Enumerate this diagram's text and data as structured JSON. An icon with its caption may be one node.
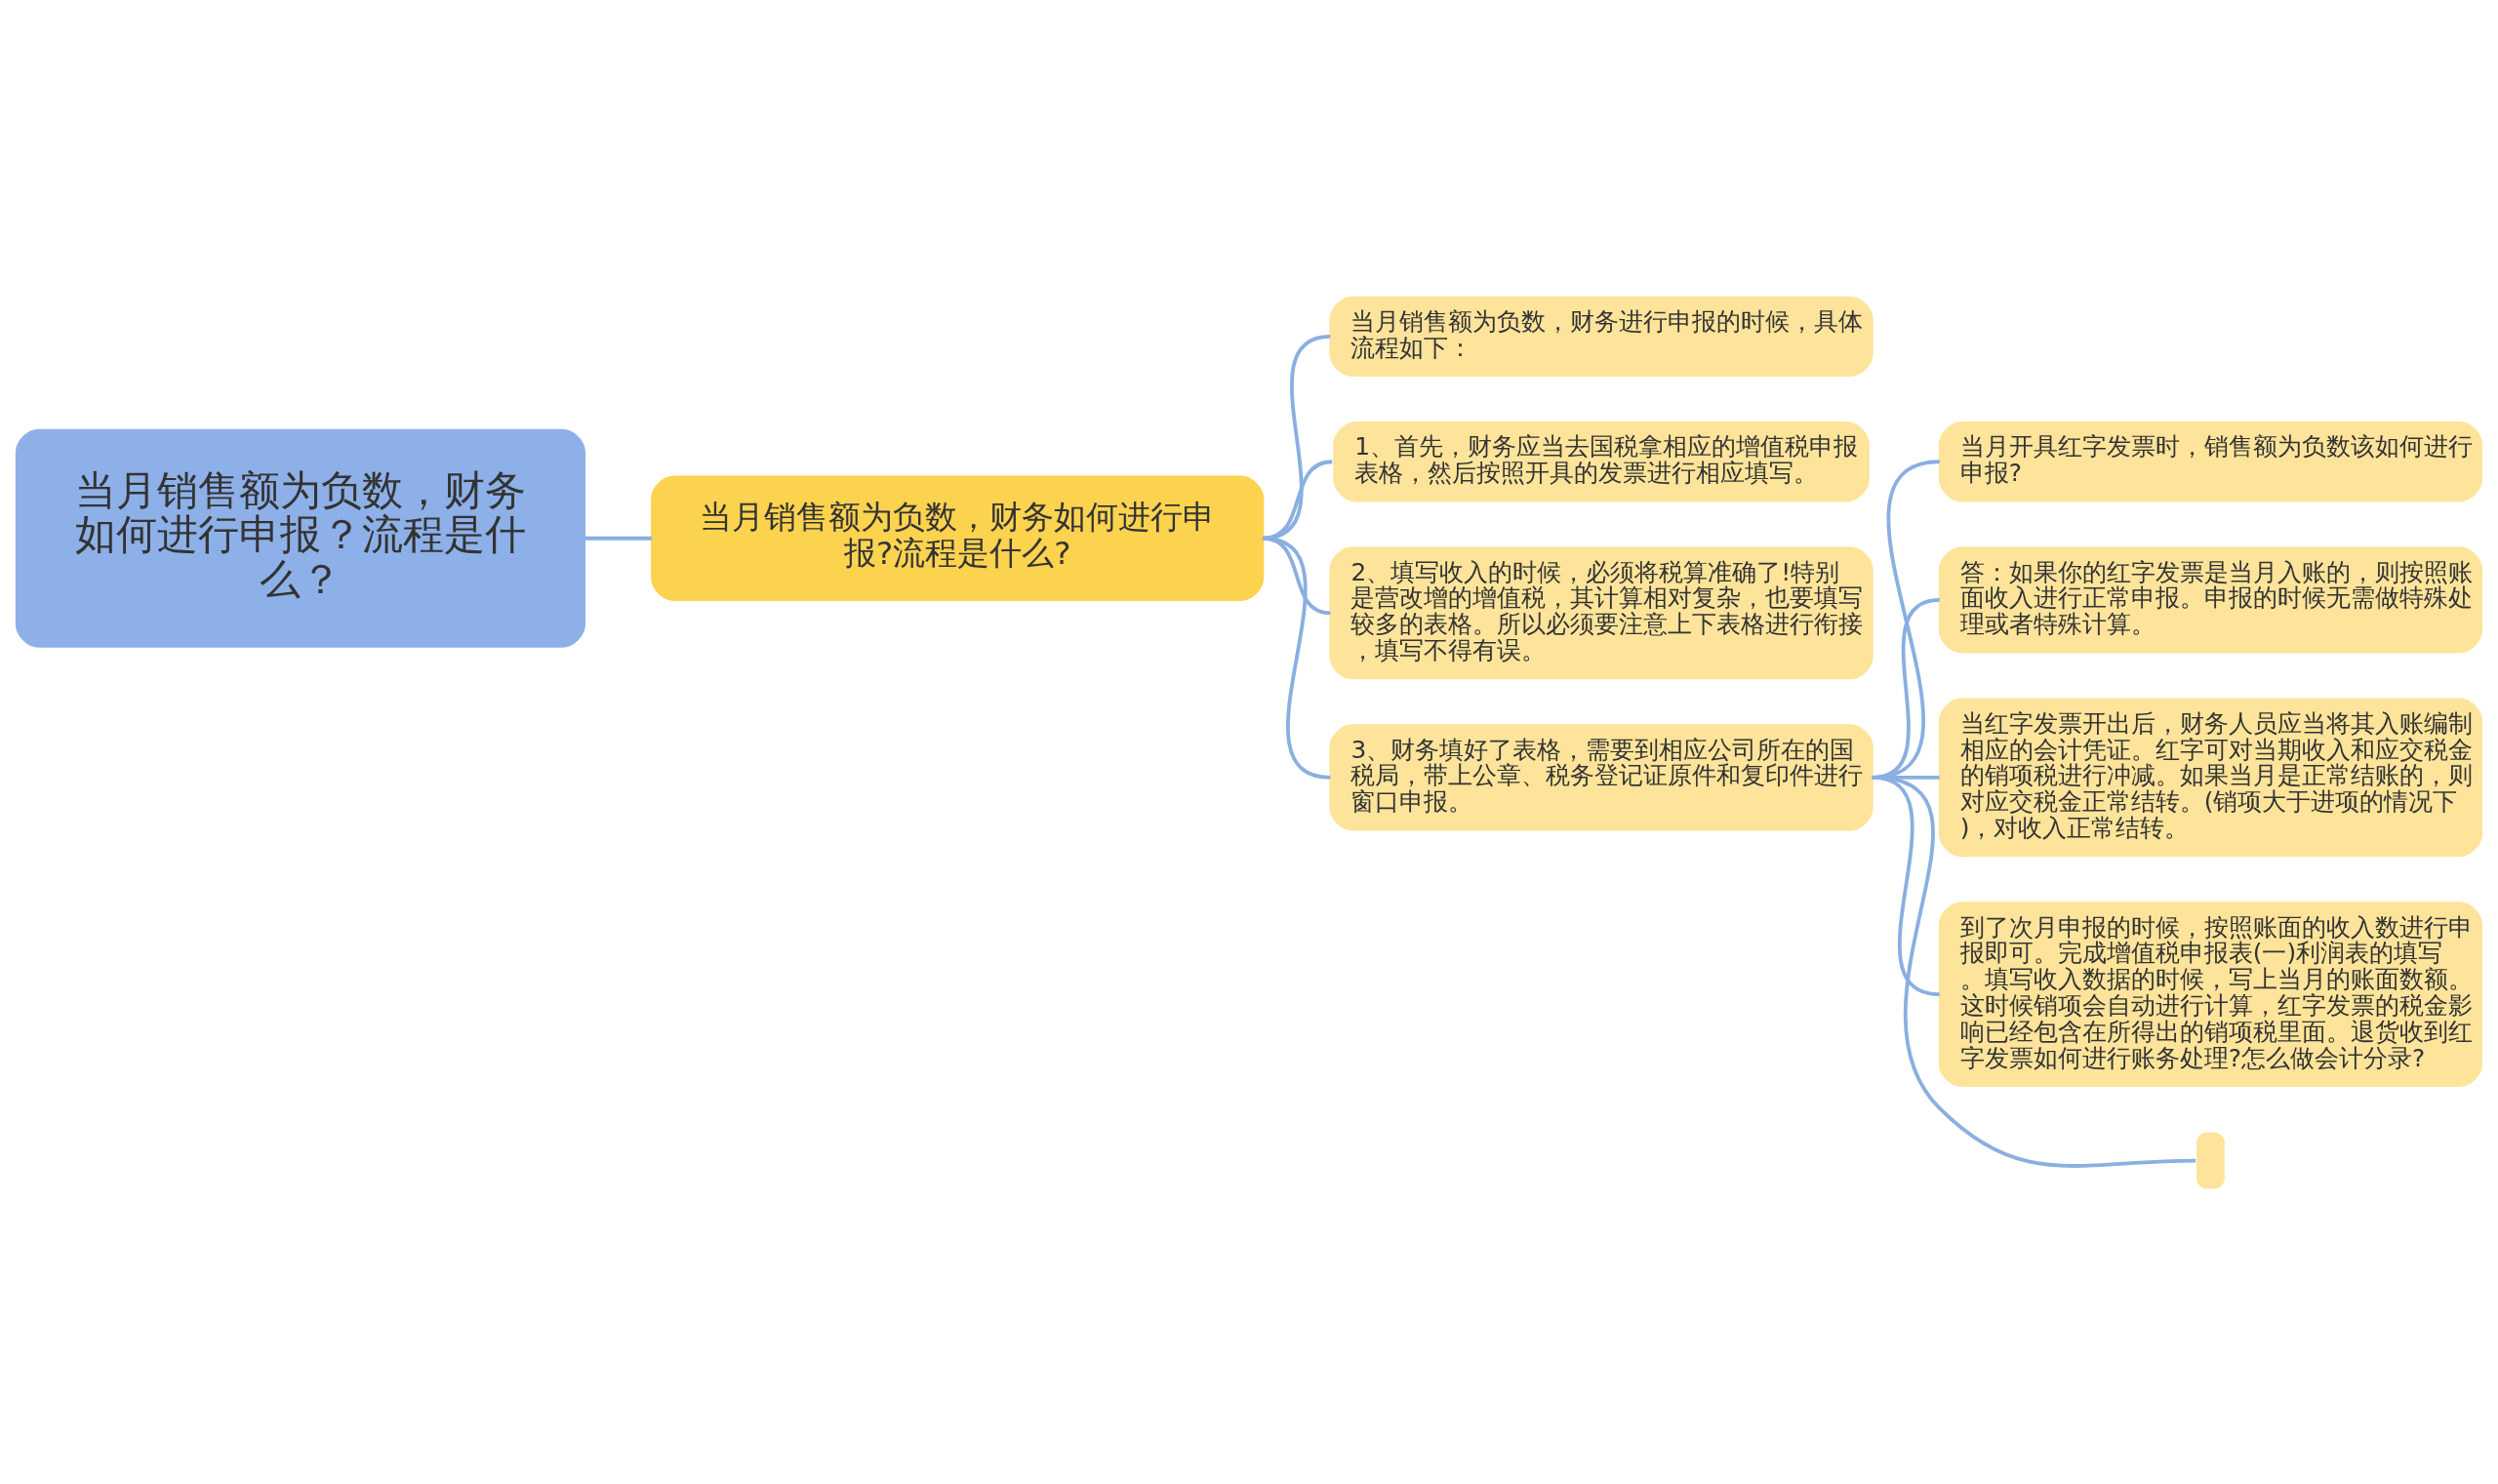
{
  "diagram": {
    "nodes": [
      {
        "text": [
          "当月销售额为负数，财务如何进行申报？流程是什么？"
        ]
      },
      {
        "text": [
          "当月销售额为负数，财务如何进行申报?流程是什么?"
        ]
      },
      {
        "text": [
          "当月销售额为负数，财务进行申报的时候，具体流程如下："
        ]
      },
      {
        "text": [
          "1、首先，财务应当去国税拿相应的增值税申报表格，然后按照开具的发票进行相应填写。"
        ]
      },
      {
        "text": [
          "2、填写收入的时候，必须将税算准确了!特别是营改增的增值税，其计算相对复杂，也要填写较多的表格。所以必须要注意上下表格进行衔接，填写不得有误。"
        ]
      },
      {
        "text": [
          "3、财务填好了表格，需要到相应公司所在的国税局，带上公章、税务登记证原件和复印件进行窗口申报。"
        ]
      },
      {
        "text": [
          "当月开具红字发票时，销售额为负数该如何进行申报?"
        ]
      },
      {
        "text": [
          "答：如果你的红字发票是当月入账的，则按照账面收入进行正常申报。申报的时候无需做特殊处理或者特殊计算。"
        ]
      },
      {
        "text": [
          "当红字发票开出后，财务人员应当将其入账编制相应的会计凭证。红字可对当期收入和应交税金的销项税进行冲减。如果当月是正常结账的，则对应交税金正常结转。(销项大于进项的情况下)，对收入正常结转。"
        ]
      },
      {
        "text": [
          "到了次月申报的时候，按照账面的收入数进行申报即可。完成增值税申报表(一)利润表的填写。填写收入数据的时候，写上当月的账面数额。这时候销项会自动进行计算，红字发票的税金影响已经包含在所得出的销项税里面。退货收到红字发票如何进行账务处理?怎么做会计分录?"
        ]
      },
      {
        "text": [],
        "shape": "box"
      }
    ],
    "edges": [
      {
        "from": 0,
        "to": 1,
        "arrow": "none"
      },
      {
        "from": 1,
        "to": 2,
        "arrow": "none"
      },
      {
        "from": 1,
        "to": 3,
        "arrow": "none"
      },
      {
        "from": 1,
        "to": 4,
        "arrow": "none"
      },
      {
        "from": 1,
        "to": 5,
        "arrow": "none"
      },
      {
        "from": 5,
        "to": 6,
        "arrow": "none"
      },
      {
        "from": 5,
        "to": 7,
        "arrow": "none"
      },
      {
        "from": 5,
        "to": 8,
        "arrow": "none"
      },
      {
        "from": 5,
        "to": 9,
        "arrow": "none"
      },
      {
        "from": 5,
        "to": 10,
        "arrow": "none"
      }
    ]
  }
}
